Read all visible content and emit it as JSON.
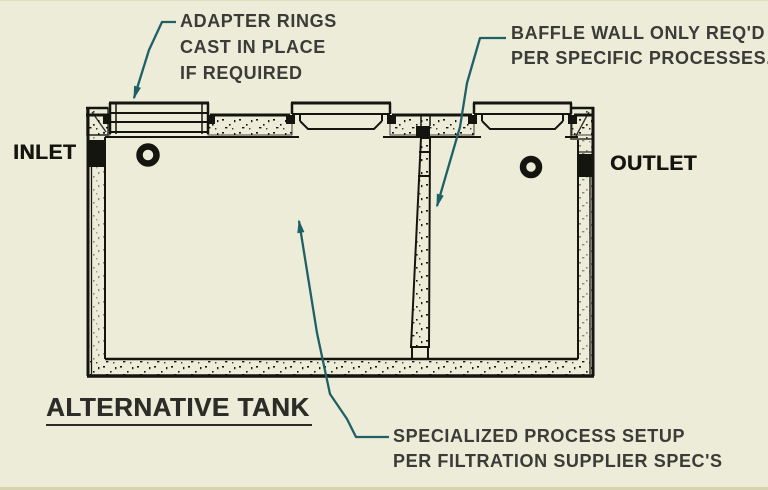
{
  "colors": {
    "bg": "#EDECD8",
    "line": "#15150F",
    "leader": "#1F6066",
    "text": "#3B3B37",
    "label": "#15150F",
    "title": "#2C2C28",
    "edge": "#D5D4AC",
    "edge_light": "#E0DFC6"
  },
  "diagram": {
    "title": "ALTERNATIVE TANK",
    "port_labels": {
      "inlet": "INLET",
      "outlet": "OUTLET"
    },
    "annotations": {
      "adapter": {
        "lines": [
          "ADAPTER RINGS",
          "CAST IN PLACE",
          "IF REQUIRED"
        ]
      },
      "baffle": {
        "lines": [
          "BAFFLE WALL ONLY REQ'D",
          "PER SPECIFIC PROCESSES."
        ]
      },
      "process": {
        "lines": [
          "SPECIALIZED PROCESS SETUP",
          "PER FILTRATION SUPPLIER SPEC'S"
        ]
      }
    }
  }
}
